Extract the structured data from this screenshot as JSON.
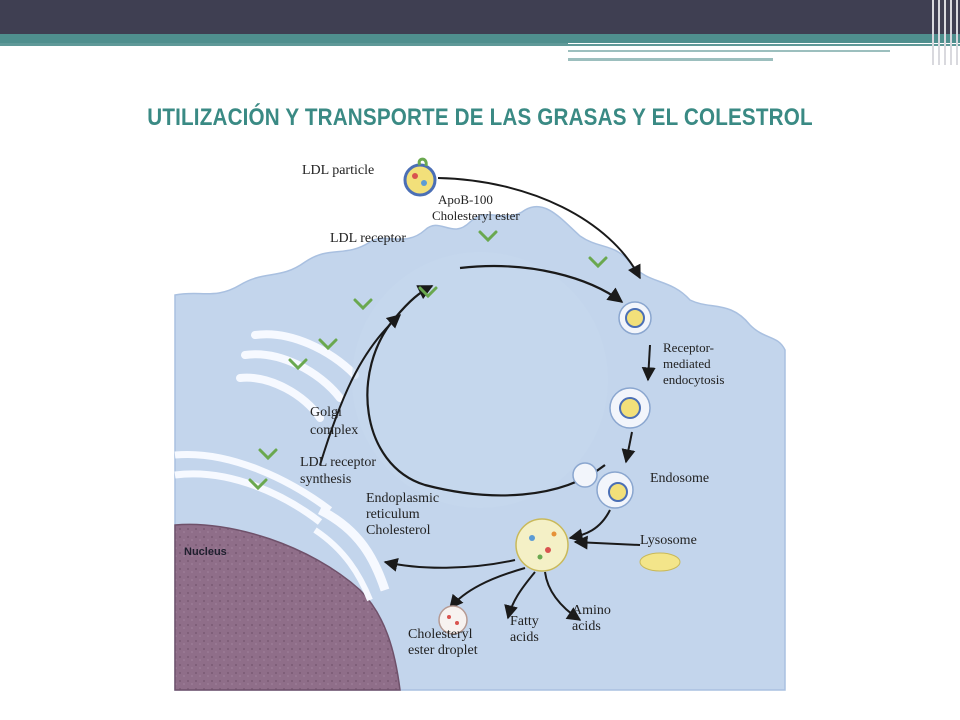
{
  "slide": {
    "title": "UTILIZACIÓN  Y TRANSPORTE DE LAS GRASAS Y EL COLESTROL"
  },
  "diagram": {
    "labels": {
      "ldl_particle": "LDL particle",
      "apob": "ApoB-100",
      "cholesteryl_ester": "Cholesteryl ester",
      "ldl_receptor": "LDL receptor",
      "receptor_mediated_1": "Receptor-",
      "receptor_mediated_2": "mediated",
      "receptor_mediated_3": "endocytosis",
      "golgi_1": "Golgi",
      "golgi_2": "complex",
      "ldl_synth_1": "LDL receptor",
      "ldl_synth_2": "synthesis",
      "er_1": "Endoplasmic",
      "er_2": "reticulum",
      "cholesterol": "Cholesterol",
      "endosome": "Endosome",
      "lysosome": "Lysosome",
      "nucleus": "Nucleus",
      "ce_droplet_1": "Cholesteryl",
      "ce_droplet_2": "ester droplet",
      "fatty_1": "Fatty",
      "fatty_2": "acids",
      "amino_1": "Amino",
      "amino_2": "acids"
    },
    "colors": {
      "cell": "#c3d5ec",
      "cell_edge": "#a9c0e0",
      "nucleus": "#8c6b86",
      "receptor": "#6aa84f",
      "lysosome": "#f3e58a",
      "arrow": "#1a1a1a"
    }
  }
}
